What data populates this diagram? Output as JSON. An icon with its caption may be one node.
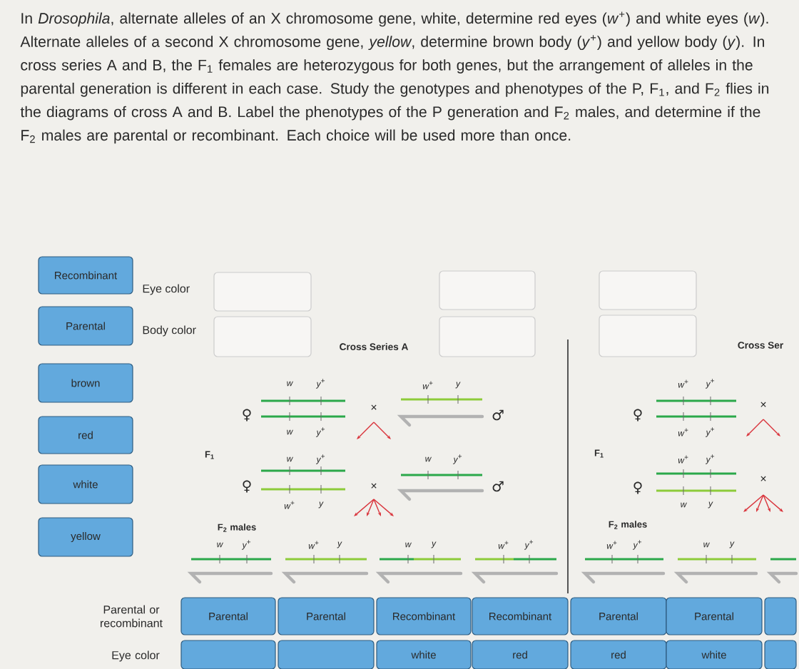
{
  "diagram": {
    "title": "In *Drosophila*, alternate alleles of an X chromosome gene, white, determine red eyes (*w*$^{+}$) and white eyes (*w*). Alternate alleles of a second X chromosome gene, *yellow*, determine brown body (*y*$^{+}$) and yellow body (*y*). In cross series A and B, the F$_{1}$ females are heterozygous for both genes, but the arrangement of alleles in the parental generation is different in each case. Study the genotypes and phenotypes of the P, F$_{1}$, and F$_{2}$ flies in the diagrams of cross A and B. Label the phenotypes of the P generation and F$_{2}$ males, and determine if the F$_{2}$ males are parental or recombinant. Each choice will be used more than once.",
    "nodes": [
      {
        "text": [
          "Recombinant"
        ]
      },
      {
        "text": [],
        "shape": "box"
      },
      {
        "text": [],
        "shape": "box"
      },
      {
        "text": [],
        "shape": "box"
      },
      {
        "text": [
          "Parental"
        ]
      },
      {
        "text": [],
        "shape": "box"
      },
      {
        "text": [],
        "shape": "box"
      },
      {
        "text": [],
        "shape": "box"
      },
      {
        "text": [
          "brown"
        ]
      },
      {
        "text": [
          "red"
        ]
      },
      {
        "text": [
          "white"
        ]
      },
      {
        "text": [
          "yellow"
        ]
      },
      {
        "text": [
          "Parental"
        ]
      },
      {
        "text": [
          "Parental"
        ]
      },
      {
        "text": [
          "Recombinant"
        ]
      },
      {
        "text": [
          "Recombinant"
        ]
      },
      {
        "text": [
          "Parental"
        ]
      },
      {
        "text": [
          "Parental"
        ]
      },
      {
        "text": [],
        "shape": "box"
      },
      {
        "text": [],
        "shape": "box"
      },
      {
        "text": [],
        "shape": "box"
      },
      {
        "text": [
          "white"
        ]
      },
      {
        "text": [
          "red"
        ]
      },
      {
        "text": [
          "red"
        ]
      },
      {
        "text": [
          "white"
        ]
      },
      {
        "text": [],
        "shape": "box"
      }
    ],
    "labels": [
      "Eye color",
      "Body color",
      "Cross Series A",
      "Cross Ser",
      "w",
      "y$^{+}$",
      "♀",
      "w",
      "y$^{+}$",
      "×",
      "w$^{+}$",
      "y",
      "♂",
      "F$_{1}$",
      "w",
      "y$^{+}$",
      "♀",
      "w$^{+}$",
      "y",
      "×",
      "w",
      "y$^{+}$",
      "♂",
      "F$_{2}$ males",
      "w",
      "y$^{+}$",
      "w$^{+}$",
      "y",
      "w",
      "y",
      "w$^{+}$",
      "y$^{+}$",
      "w$^{+}$",
      "y$^{+}$",
      "♀",
      "w$^{+}$",
      "y$^{+}$",
      "×",
      "F$_{1}$",
      "w$^{+}$",
      "y$^{+}$",
      "♀",
      "w",
      "y",
      "×",
      "F$_{2}$ males",
      "w$^{+}$",
      "y$^{+}$",
      "w",
      "y",
      "Parental or recombinant",
      "Eye color"
    ]
  }
}
